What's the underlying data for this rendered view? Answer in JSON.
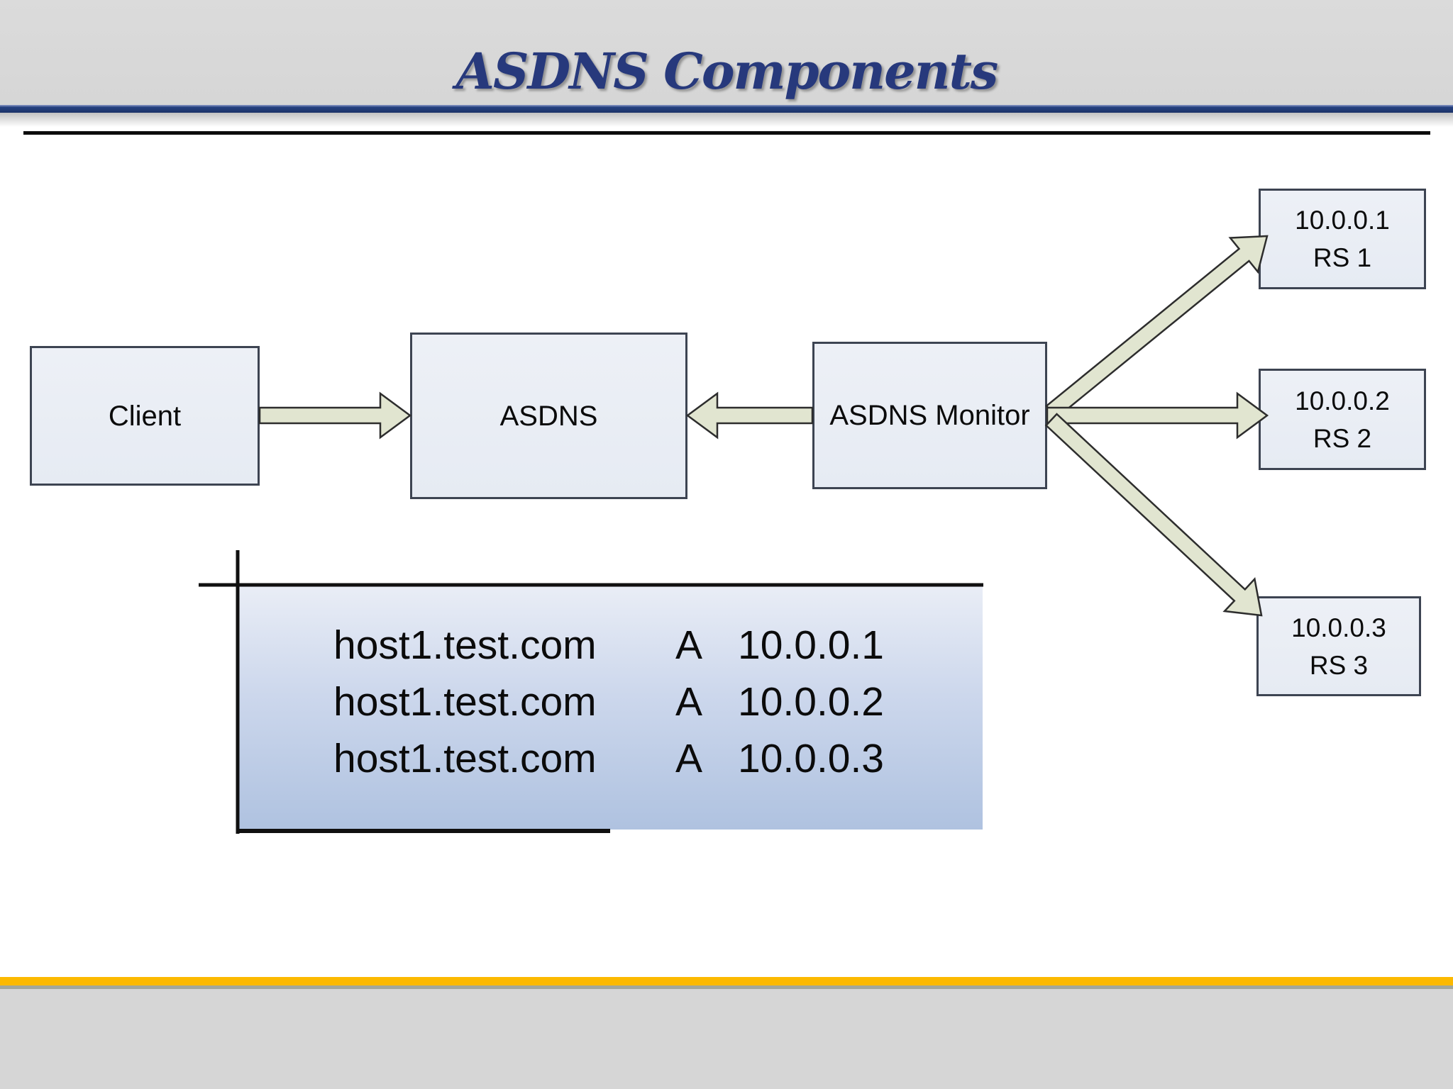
{
  "slide": {
    "title": "ASDNS Components"
  },
  "diagram": {
    "nodes": {
      "client": {
        "label": "Client"
      },
      "asdns": {
        "label": "ASDNS"
      },
      "monitor": {
        "label": "ASDNS Monitor"
      },
      "rs1": {
        "ip": "10.0.0.1",
        "label": "RS 1"
      },
      "rs2": {
        "ip": "10.0.0.2",
        "label": "RS 2"
      },
      "rs3": {
        "ip": "10.0.0.3",
        "label": "RS 3"
      }
    },
    "arrows": [
      {
        "name": "client-to-asdns",
        "from": "Client",
        "to": "ASDNS"
      },
      {
        "name": "monitor-to-asdns",
        "from": "ASDNS Monitor",
        "to": "ASDNS"
      },
      {
        "name": "monitor-to-rs1",
        "from": "ASDNS Monitor",
        "to": "RS 1"
      },
      {
        "name": "monitor-to-rs2",
        "from": "ASDNS Monitor",
        "to": "RS 2"
      },
      {
        "name": "monitor-to-rs3",
        "from": "ASDNS Monitor",
        "to": "RS 3"
      }
    ]
  },
  "callout": {
    "records": [
      {
        "name": "host1.test.com",
        "type": "A",
        "ip": "10.0.0.1"
      },
      {
        "name": "host1.test.com",
        "type": "A",
        "ip": "10.0.0.2"
      },
      {
        "name": "host1.test.com",
        "type": "A",
        "ip": "10.0.0.3"
      }
    ]
  },
  "colors": {
    "title_navy": "#27397c",
    "divider_navy": "#24407f",
    "header_gray": "#d8d8d8",
    "footer_gray": "#d6d6d6",
    "footer_gold": "#fcb900",
    "node_fill": "#e9edf4",
    "node_border": "#3d4452",
    "arrow_fill": "#e1e5d0",
    "callout_gradient_top": "#e9edf6",
    "callout_gradient_bottom": "#afc2e0"
  }
}
